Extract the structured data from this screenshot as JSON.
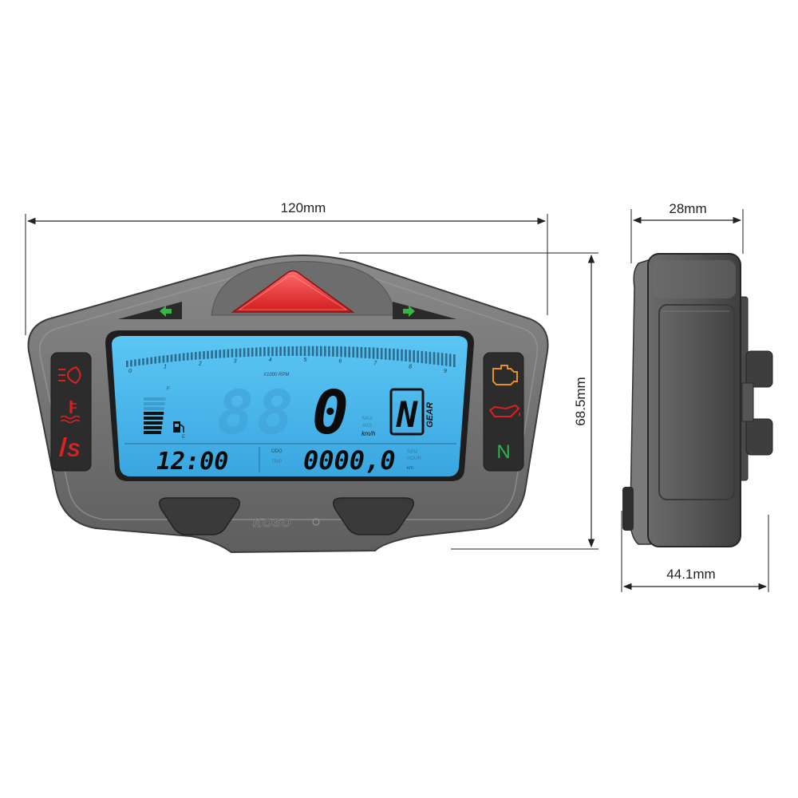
{
  "dimensions": {
    "width": "120mm",
    "height": "68.5mm",
    "depth": "28mm",
    "mount_width": "44.1mm"
  },
  "gauge": {
    "brand": "KOSO",
    "rpm_unit": "X1000 RPM",
    "rpm_ticks": [
      "0",
      "1",
      "2",
      "3",
      "4",
      "5",
      "6",
      "7",
      "8",
      "9"
    ],
    "speed_ghost": "88",
    "speed_value": "0",
    "speed_unit": "km/h",
    "max_label": "MAX",
    "avg_label": "AVG",
    "gear_value": "N",
    "gear_label": "GEAR",
    "clock": "12:00",
    "odometer": "0000,0",
    "odo_unit": "km",
    "odo_label": "ODO",
    "trip_label": "TRIP",
    "rpm_label": "RPM",
    "hour_label": "HOUR",
    "fuel_f": "F",
    "fuel_e": "E",
    "neutral_indicator": "N",
    "fuel_level": 0.6
  },
  "colors": {
    "lcd_bg": "#48b4ec",
    "housing": "#7b7b7b",
    "side_body": "#5f5f5f",
    "arrow_green": "#39b54a",
    "warning_red": "#e02020",
    "warning_amber": "#e9901c",
    "neutral_green": "#2bb34a"
  },
  "icons": [
    "turn-left-arrow-icon",
    "turn-right-arrow-icon",
    "shift-light-icon",
    "headlight-icon",
    "coolant-temp-icon",
    "s-mode-icon",
    "check-engine-icon",
    "oil-pressure-icon"
  ]
}
